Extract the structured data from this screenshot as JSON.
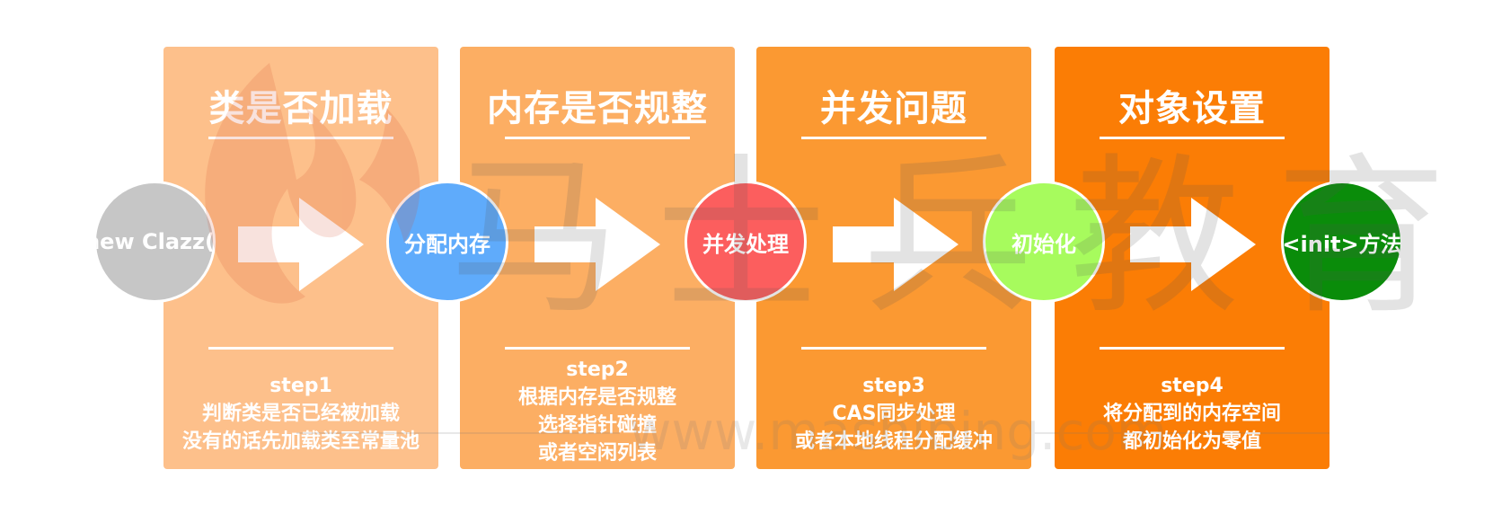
{
  "colors": {
    "card1": "#fdc08b",
    "card2": "#fcae63",
    "card3": "#fb9932",
    "card4": "#fb7d05",
    "circle_new": "#c6c6c6",
    "circle_alloc": "#5fabfb",
    "circle_concurrency": "#fc5e5e",
    "circle_init": "#a7fb5d",
    "circle_method": "#0a8c0a"
  },
  "circles": [
    {
      "label": "new Clazz()",
      "color": "#c6c6c6"
    },
    {
      "label": "分配内存",
      "color": "#5fabfb"
    },
    {
      "label": "并发处理",
      "color": "#fc5e5e"
    },
    {
      "label": "初始化",
      "color": "#a7fb5d"
    },
    {
      "label": "<init>方法",
      "color": "#0a8c0a"
    }
  ],
  "cards": [
    {
      "title": "类是否加载",
      "step": "step1",
      "lines": [
        "判断类是否已经被加载",
        "没有的话先加载类至常量池"
      ]
    },
    {
      "title": "内存是否规整",
      "step": "step2",
      "lines": [
        "根据内存是否规整",
        "选择指针碰撞",
        "或者空闲列表"
      ]
    },
    {
      "title": "并发问题",
      "step": "step3",
      "lines": [
        "CAS同步处理",
        "或者本地线程分配缓冲"
      ]
    },
    {
      "title": "对象设置",
      "step": "step4",
      "lines": [
        "将分配到的内存空间",
        "都初始化为零值"
      ]
    }
  ],
  "watermark": {
    "text": "马士兵教育",
    "url": "www.mashibing.com"
  }
}
